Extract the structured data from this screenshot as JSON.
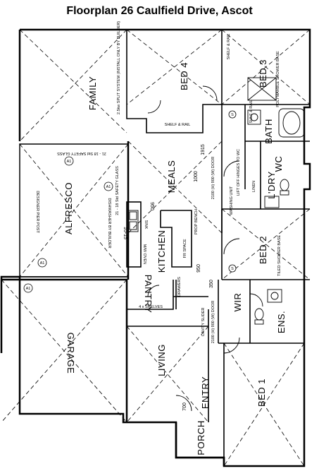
{
  "title": "Floorplan 26 Caulfield Drive, Ascot",
  "rooms": {
    "family": "FAMILY",
    "bed4": "BED 4",
    "bed3": "BED 3",
    "meals": "MEALS",
    "alfresco": "ALFRESCO",
    "kitchen": "KITCHEN",
    "bath": "BATH",
    "wc": "WC",
    "ldry": "L'DRY",
    "bed2": "BED 2",
    "pantry": "PANTRY",
    "wir": "WIR",
    "ens": "ENS.",
    "garage": "GARAGE",
    "living": "LIVING",
    "entry": "ENTRY",
    "bed1": "BED 1",
    "porch": "PORCH"
  },
  "notes": {
    "split_system": "2.5kw SPLIT SYSTEM (INSTALL ONLY BY BUILDER)",
    "shelf_rail": "SHELF & RAIL",
    "shelf_rail_caps": "SHELF & RAIL",
    "polymarble": "POLYMARBLE SHOWER BASE",
    "tiled_shower": "TILED SHOWER BASE",
    "lift_off_hinges": "LIFT OFF HINGES TO WC",
    "safety_glass_1": "21 - 18 Std SAFETY GLASS",
    "safety_glass_2": "21 - 18 Std SAFETY GLASS",
    "designer_pier": "DESIGNER PIER POST",
    "dishwasher": "DISHWASHER BY BUILDER",
    "mw_oven": "M/W OVEN",
    "sink": "SINK",
    "fridge": "FR SPACE",
    "shelves": "4 x SHELVES",
    "cavity_slider": "CAVITY SLIDER",
    "drawers": "DRAWERS",
    "prop_bench": "PROP BENCH",
    "washing_unit": "WASHING UNIT",
    "linen": "LINEN",
    "shelf_bath": "SHLF & RAIL"
  },
  "dims": {
    "d950a": "950",
    "d950b": "950",
    "d1000": "1000",
    "d1915": "1915",
    "d350": "350",
    "d700": "700",
    "d1015": "10-15",
    "d2100": "2100 (H) 900 (W) DOOR",
    "d2100b": "2100 (H) 900 (W) DOOR"
  },
  "markers": {
    "a1": "A1",
    "a2": "A1",
    "a3": "A1",
    "a4": "A1",
    "s1": "S",
    "s2": "S"
  }
}
